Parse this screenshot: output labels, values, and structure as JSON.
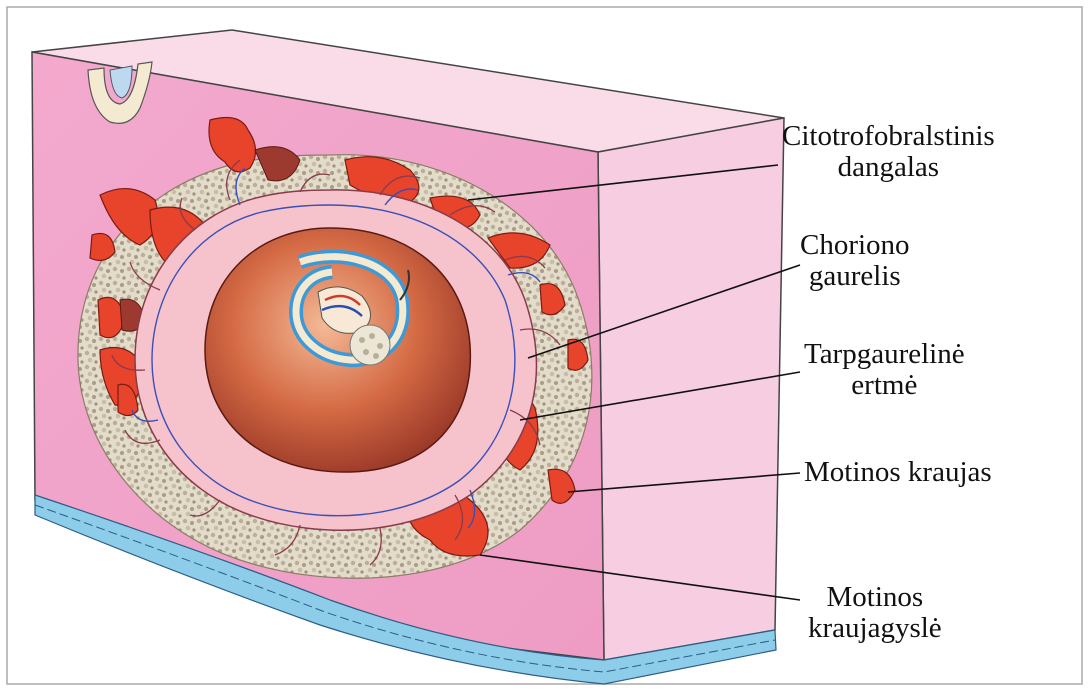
{
  "labels": [
    {
      "id": "cytotrophoblast",
      "lines": [
        "Citotrofobralstinis",
        "dangalas"
      ]
    },
    {
      "id": "chorionic-villus",
      "lines": [
        "Choriono",
        "gaurelis"
      ]
    },
    {
      "id": "intervillous-space",
      "lines": [
        "Tarpgaurelinė",
        "ertmė"
      ]
    },
    {
      "id": "maternal-blood",
      "lines": [
        "Motinos kraujas"
      ]
    },
    {
      "id": "maternal-vessel",
      "lines": [
        "Motinos",
        "kraujagyslė"
      ]
    }
  ],
  "colors": {
    "tissue_front": "#f2a6cc",
    "tissue_top": "#f9d8e8",
    "tissue_side": "#f6c6dd",
    "trophoblast_speckle": "#cfc6b2",
    "maternal_blood": "#e8432b",
    "villus": "#f4c2c8",
    "vessel_blue": "#3a4fb8",
    "chorionic_cavity": "#d4683f",
    "epithelium": "#7ec2e6"
  }
}
